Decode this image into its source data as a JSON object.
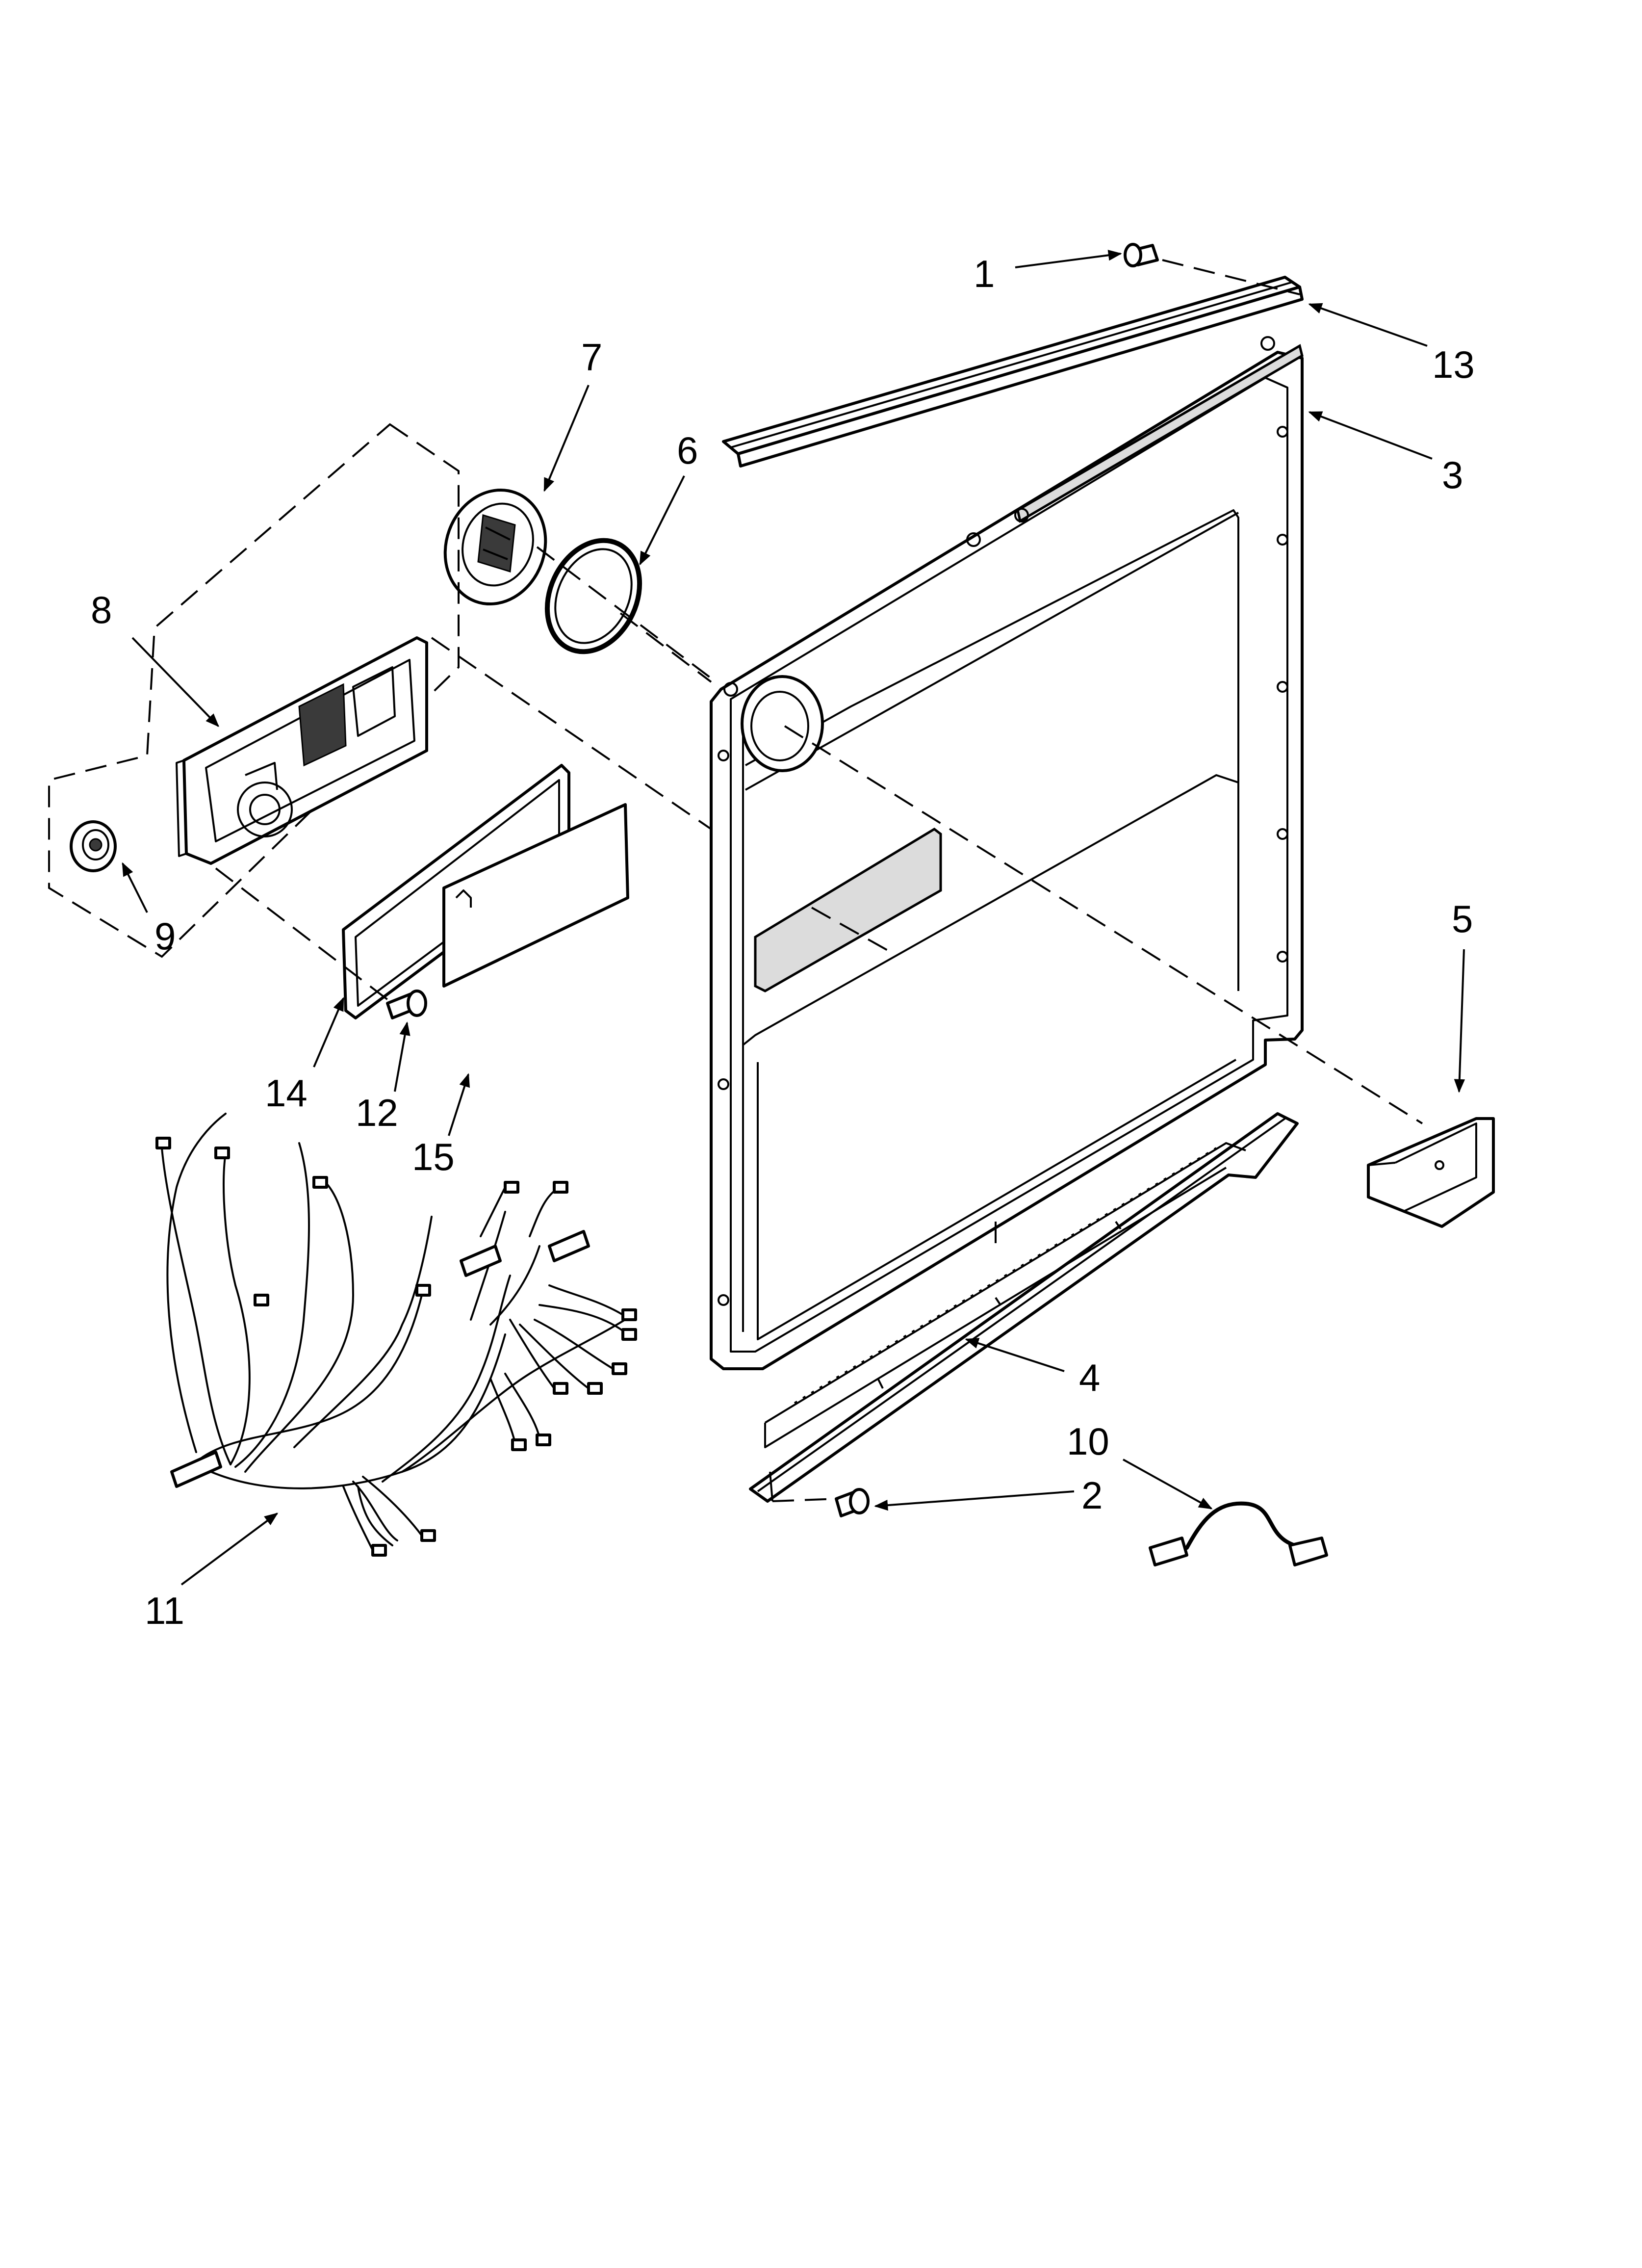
{
  "callouts": {
    "c1": "1",
    "c2": "2",
    "c3": "3",
    "c4": "4",
    "c5": "5",
    "c6": "6",
    "c7": "7",
    "c8": "8",
    "c9": "9",
    "c10": "10",
    "c11": "11",
    "c12": "12",
    "c13": "13",
    "c14": "14",
    "c15": "15"
  },
  "colors": {
    "line": "#000000",
    "background": "#ffffff",
    "shade": "#dcdcdc"
  }
}
